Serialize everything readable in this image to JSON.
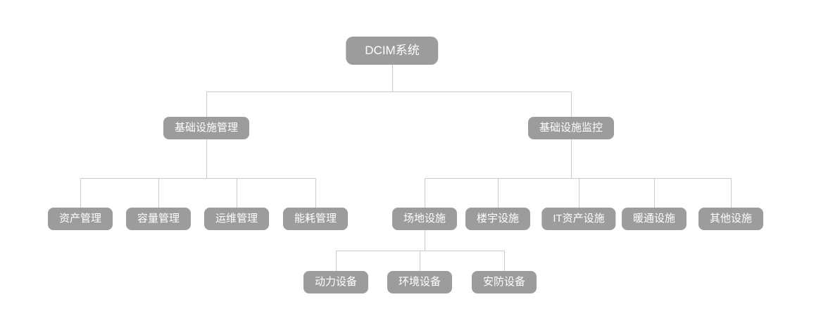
{
  "page": {
    "background": "#ffffff"
  },
  "styles": {
    "node_fill": "#9c9c9c",
    "node_text": "#ffffff",
    "line_color": "#cbcbcb"
  },
  "tree": {
    "root": {
      "label": "DCIM系统"
    },
    "management": {
      "label": "基础设施管理",
      "children": [
        {
          "label": "资产管理"
        },
        {
          "label": "容量管理"
        },
        {
          "label": "运维管理"
        },
        {
          "label": "能耗管理"
        }
      ]
    },
    "monitoring": {
      "label": "基础设施监控",
      "children": [
        {
          "label": "场地设施",
          "children": [
            {
              "label": "动力设备"
            },
            {
              "label": "环境设备"
            },
            {
              "label": "安防设备"
            }
          ]
        },
        {
          "label": "楼宇设施"
        },
        {
          "label": "IT资产设施"
        },
        {
          "label": "暖通设施"
        },
        {
          "label": "其他设施"
        }
      ]
    }
  }
}
